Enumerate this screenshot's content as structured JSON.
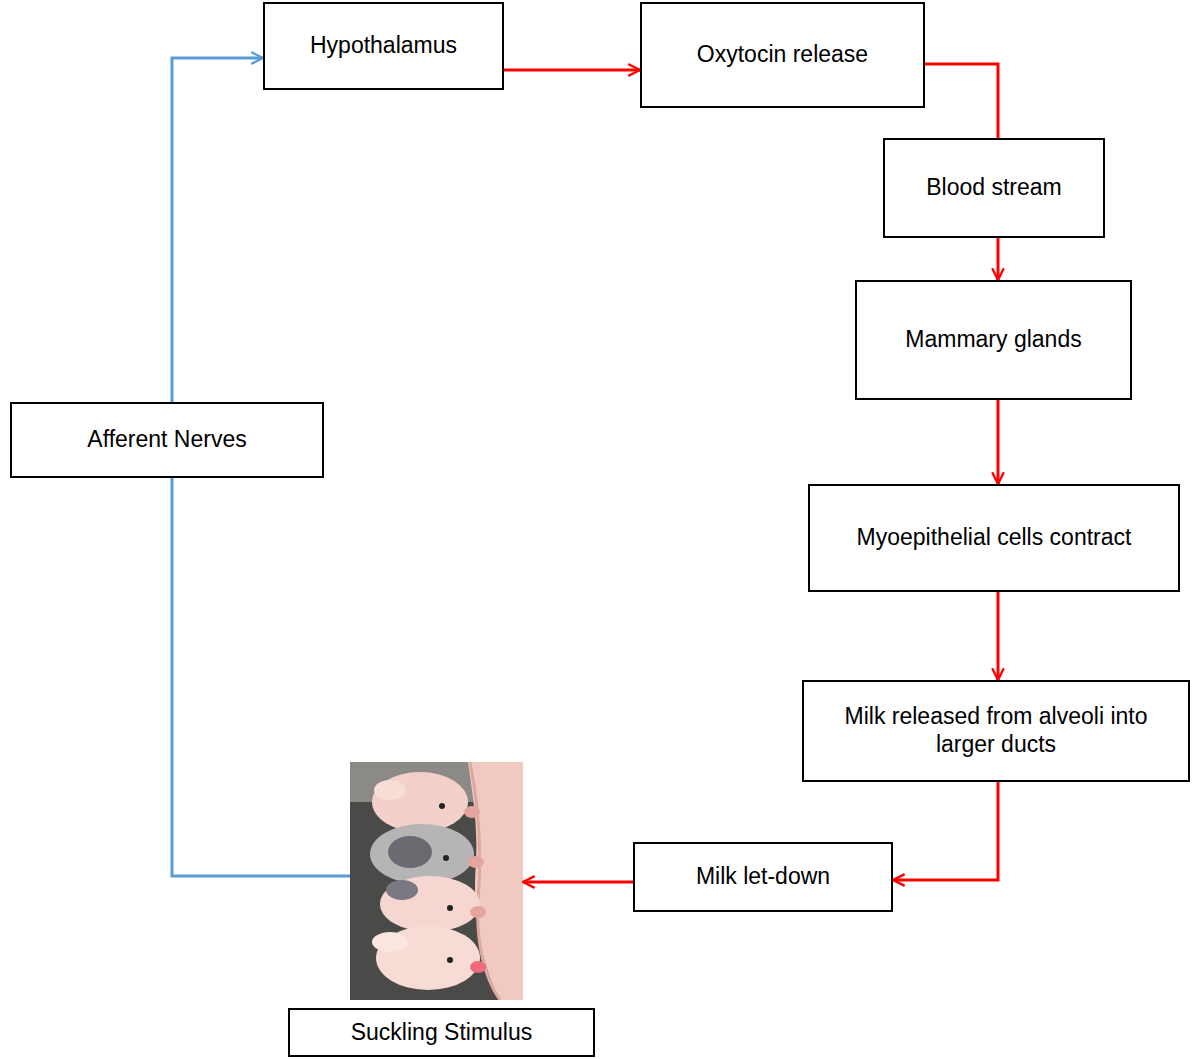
{
  "diagram": {
    "nodes": [
      {
        "text": [
          "Hypothalamus"
        ]
      },
      {
        "text": [
          "Oxytocin release"
        ]
      },
      {
        "text": [
          "Blood stream"
        ]
      },
      {
        "text": [
          "Mammary glands"
        ]
      },
      {
        "text": [
          "Myoepithelial cells contract"
        ]
      },
      {
        "text": [
          "Milk released from alveoli into larger ducts"
        ]
      },
      {
        "text": [
          "Milk let-down"
        ]
      },
      {
        "text": [
          "Suckling Stimulus"
        ]
      },
      {
        "text": [
          "Afferent Nerves"
        ]
      }
    ],
    "edges": [
      {
        "from": 0,
        "to": 1,
        "arrow": "to"
      },
      {
        "from": 1,
        "to": 2,
        "arrow": "none"
      },
      {
        "from": 2,
        "to": 3,
        "arrow": "to"
      },
      {
        "from": 3,
        "to": 4,
        "arrow": "to"
      },
      {
        "from": 4,
        "to": 5,
        "arrow": "to"
      },
      {
        "from": 5,
        "to": 6,
        "arrow": "to"
      },
      {
        "from": 6,
        "to": 7,
        "arrow": "to"
      },
      {
        "from": 7,
        "to": 8,
        "arrow": "none"
      },
      {
        "from": 8,
        "to": 0,
        "arrow": "to"
      }
    ]
  }
}
